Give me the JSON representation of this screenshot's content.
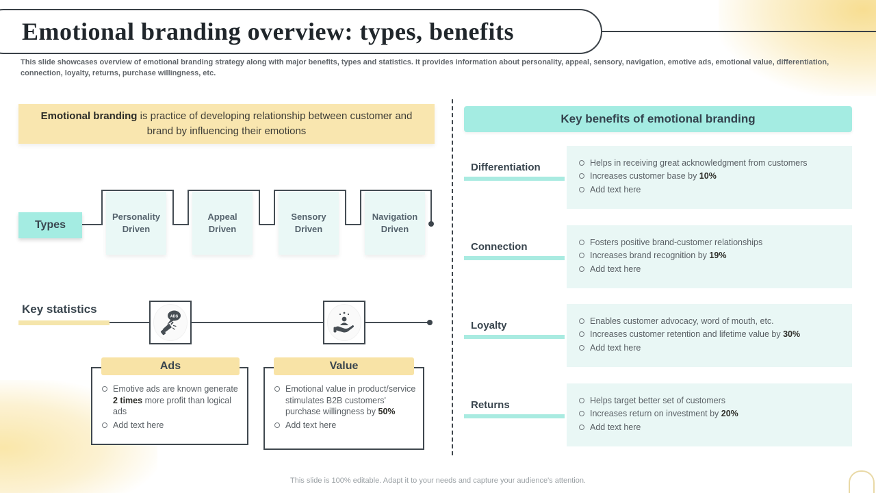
{
  "title": "Emotional branding overview: types, benefits",
  "subtitle": "This slide showcases overview of emotional branding strategy along with major benefits, types and statistics. It provides information about personality, appeal, sensory, navigation, emotive ads, emotional value, differentiation, connection, loyalty, returns, purchase willingness, etc.",
  "definition": {
    "segments": [
      {
        "t": "Emotional branding",
        "b": true
      },
      {
        "t": " is practice of developing relationship between customer and brand by influencing their emotions"
      }
    ]
  },
  "types": {
    "label": "Types",
    "items": [
      {
        "label": "Personality Driven"
      },
      {
        "label": "Appeal Driven"
      },
      {
        "label": "Sensory Driven"
      },
      {
        "label": "Navigation Driven"
      }
    ]
  },
  "statistics": {
    "heading": "Key statistics",
    "cards": [
      {
        "title": "Ads",
        "icon": "megaphone-ads-icon",
        "bullets": [
          [
            {
              "t": "Emotive ads are known generate "
            },
            {
              "t": "2 times",
              "b": true
            },
            {
              "t": " more profit than logical ads"
            }
          ],
          [
            {
              "t": "Add text here"
            }
          ]
        ]
      },
      {
        "title": "Value",
        "icon": "hand-person-icon",
        "bullets": [
          [
            {
              "t": "Emotional value in product/service stimulates B2B customers' purchase willingness by "
            },
            {
              "t": "50%",
              "b": true
            }
          ],
          [
            {
              "t": "Add text here"
            }
          ]
        ]
      }
    ]
  },
  "benefits": {
    "heading": "Key benefits of emotional branding",
    "rows": [
      {
        "label": "Differentiation",
        "bullets": [
          [
            {
              "t": "Helps in receiving great acknowledgment from customers"
            }
          ],
          [
            {
              "t": "Increases customer base by "
            },
            {
              "t": "10%",
              "b": true
            }
          ],
          [
            {
              "t": "Add text here"
            }
          ]
        ]
      },
      {
        "label": "Connection",
        "bullets": [
          [
            {
              "t": "Fosters positive brand-customer relationships"
            }
          ],
          [
            {
              "t": "Increases brand recognition by "
            },
            {
              "t": "19%",
              "b": true
            }
          ],
          [
            {
              "t": "Add text here"
            }
          ]
        ]
      },
      {
        "label": "Loyalty",
        "bullets": [
          [
            {
              "t": "Enables customer advocacy, word of mouth, etc."
            }
          ],
          [
            {
              "t": "Increases customer retention and lifetime value by "
            },
            {
              "t": "30%",
              "b": true
            }
          ],
          [
            {
              "t": "Add text here"
            }
          ]
        ]
      },
      {
        "label": "Returns",
        "bullets": [
          [
            {
              "t": "Helps target better set of customers"
            }
          ],
          [
            {
              "t": "Increases return on investment by "
            },
            {
              "t": "20%",
              "b": true
            }
          ],
          [
            {
              "t": "Add text here"
            }
          ]
        ]
      }
    ]
  },
  "footer": "This slide is 100% editable.  Adapt it to your needs and capture your audience's attention.",
  "colors": {
    "teal": "#a4ece2",
    "teal_light": "#e9f7f5",
    "yellow_box": "#f9e6af",
    "yellow_pill": "#f8e3a6",
    "line": "#454d54",
    "text_dark": "#39454e",
    "text_body": "#5a6065"
  }
}
